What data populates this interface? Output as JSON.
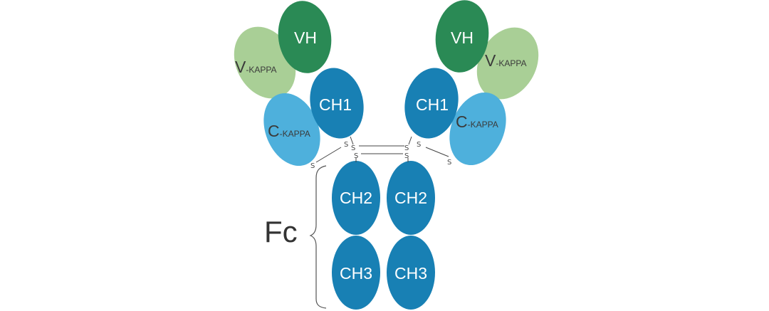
{
  "colors": {
    "heavy_variable": "#2a8a55",
    "heavy_constant": "#1880b4",
    "light_variable": "#a9cf96",
    "light_constant": "#4eb0dc",
    "text_light": "#ffffff",
    "text_dark": "#3a3a3a"
  },
  "domains": {
    "vh_left": "VH",
    "vh_right": "VH",
    "ch1_left": "CH1",
    "ch1_right": "CH1",
    "ch2_left": "CH2",
    "ch2_right": "CH2",
    "ch3_left": "CH3",
    "ch3_right": "CH3",
    "vkappa_left": {
      "main": "V",
      "sub": "-KAPPA"
    },
    "vkappa_right": {
      "main": "V",
      "sub": "-KAPPA"
    },
    "ckappa_left": {
      "main": "C",
      "sub": "-KAPPA"
    },
    "ckappa_right": {
      "main": "C",
      "sub": "-KAPPA"
    }
  },
  "disulfide": {
    "atom": "S"
  },
  "region": {
    "fc_label": "Fc"
  }
}
